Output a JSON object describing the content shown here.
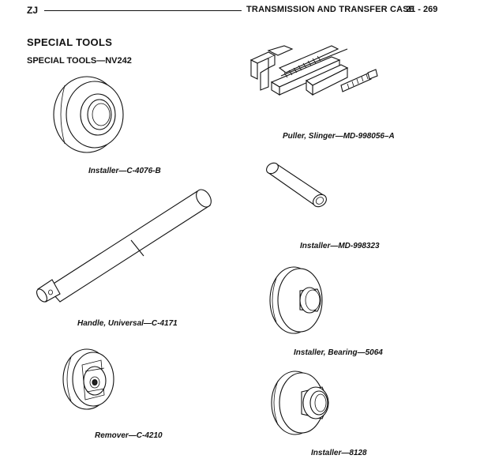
{
  "header": {
    "section_code": "ZJ",
    "title": "TRANSMISSION AND TRANSFER CASE",
    "page": "21 - 269"
  },
  "section_title": "SPECIAL TOOLS",
  "subsection_title": "SPECIAL TOOLS—NV242",
  "tools": [
    {
      "caption": "Installer—C-4076-B",
      "icon": "installer-ring-icon"
    },
    {
      "caption": "Puller, Slinger—MD-998056–A",
      "icon": "puller-icon"
    },
    {
      "caption": "Installer—MD-998323",
      "icon": "tube-icon"
    },
    {
      "caption": "Handle, Universal—C-4171",
      "icon": "handle-icon"
    },
    {
      "caption": "Installer, Bearing—5064",
      "icon": "bearing-installer-icon"
    },
    {
      "caption": "Remover—C-4210",
      "icon": "remover-icon"
    },
    {
      "caption": "Installer—8128",
      "icon": "installer-stepped-icon"
    }
  ]
}
